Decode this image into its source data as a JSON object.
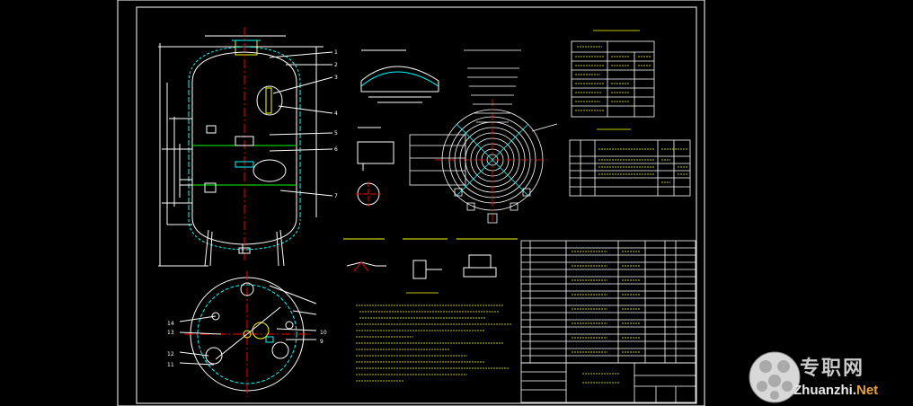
{
  "drawing": {
    "frame_color": "#ffffff",
    "line_color": "#ffffff",
    "accent_cyan": "#00ffff",
    "accent_yellow": "#ffff00",
    "accent_green": "#00ff00",
    "accent_red": "#ff0000"
  },
  "callouts_front": [
    "1",
    "2",
    "3",
    "4",
    "5",
    "6",
    "7"
  ],
  "callouts_plan": [
    "14",
    "13",
    "12",
    "11",
    "10",
    "9"
  ],
  "watermark": {
    "cn": "专职网",
    "en": "Zhuanzhi.",
    "en_suffix": "Net"
  }
}
